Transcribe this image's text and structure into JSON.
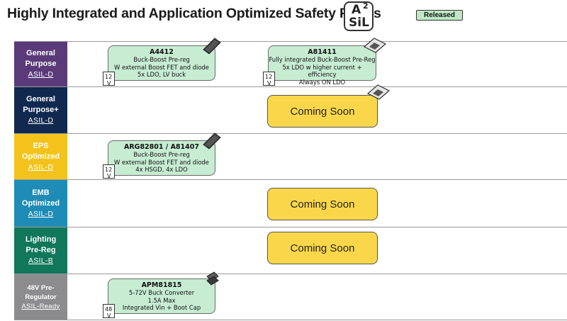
{
  "title": "Highly Integrated and Application Optimized Safety PMICs",
  "logo": {
    "a": "A",
    "sup": "2",
    "sil": "SiL"
  },
  "legend": {
    "released": "Released",
    "released_color": "#bfe9c6",
    "coming_color": "#fad74a"
  },
  "categories": [
    {
      "line1": "General",
      "line2": "Purpose",
      "asil": "ASIL-D",
      "color": "#5a3a78"
    },
    {
      "line1": "General",
      "line2": "Purpose+",
      "asil": "ASIL-D",
      "color": "#11294f"
    },
    {
      "line1": "EPS",
      "line2": "Optimized",
      "asil": "ASIL-D",
      "color": "#f3c31b"
    },
    {
      "line1": "EMB",
      "line2": "Optimized",
      "asil": "ASIL-D",
      "color": "#1e8cb6"
    },
    {
      "line1": "Lighting",
      "line2": "Pre-Reg",
      "asil": "ASIL-B",
      "color": "#10775a"
    },
    {
      "line1": "48V Pre-",
      "line2": "Regulator",
      "asil": "ASIL-Ready",
      "color": "#8c8c8e"
    }
  ],
  "chips": [
    {
      "name": "A4412",
      "lines": [
        "Buck-Boost Pre-reg",
        "W external Boost FET and diode",
        "5x LDO, LV buck"
      ],
      "voltage": "12",
      "unit": "V"
    },
    {
      "name": "A81411",
      "lines": [
        "Fully integrated Buck-Boost Pre-Reg",
        "5x LDO w higher current + efficiency",
        "Always ON LDO"
      ],
      "voltage": "12",
      "unit": "V"
    },
    {
      "name": "ARG82801 / A81407",
      "lines": [
        "Buck-Boost Pre-reg",
        "W external Boost FET and diode",
        "4x HSGD, 4x LDO"
      ],
      "voltage": "12",
      "unit": "V"
    },
    {
      "name": "APM81815",
      "lines": [
        "5-72V Buck Converter",
        "1.5A Max",
        "Integrated Vin + Boot Cap"
      ],
      "voltage": "48",
      "unit": "V"
    }
  ],
  "coming_soon": [
    "Coming Soon",
    "Coming Soon",
    "Coming Soon"
  ]
}
